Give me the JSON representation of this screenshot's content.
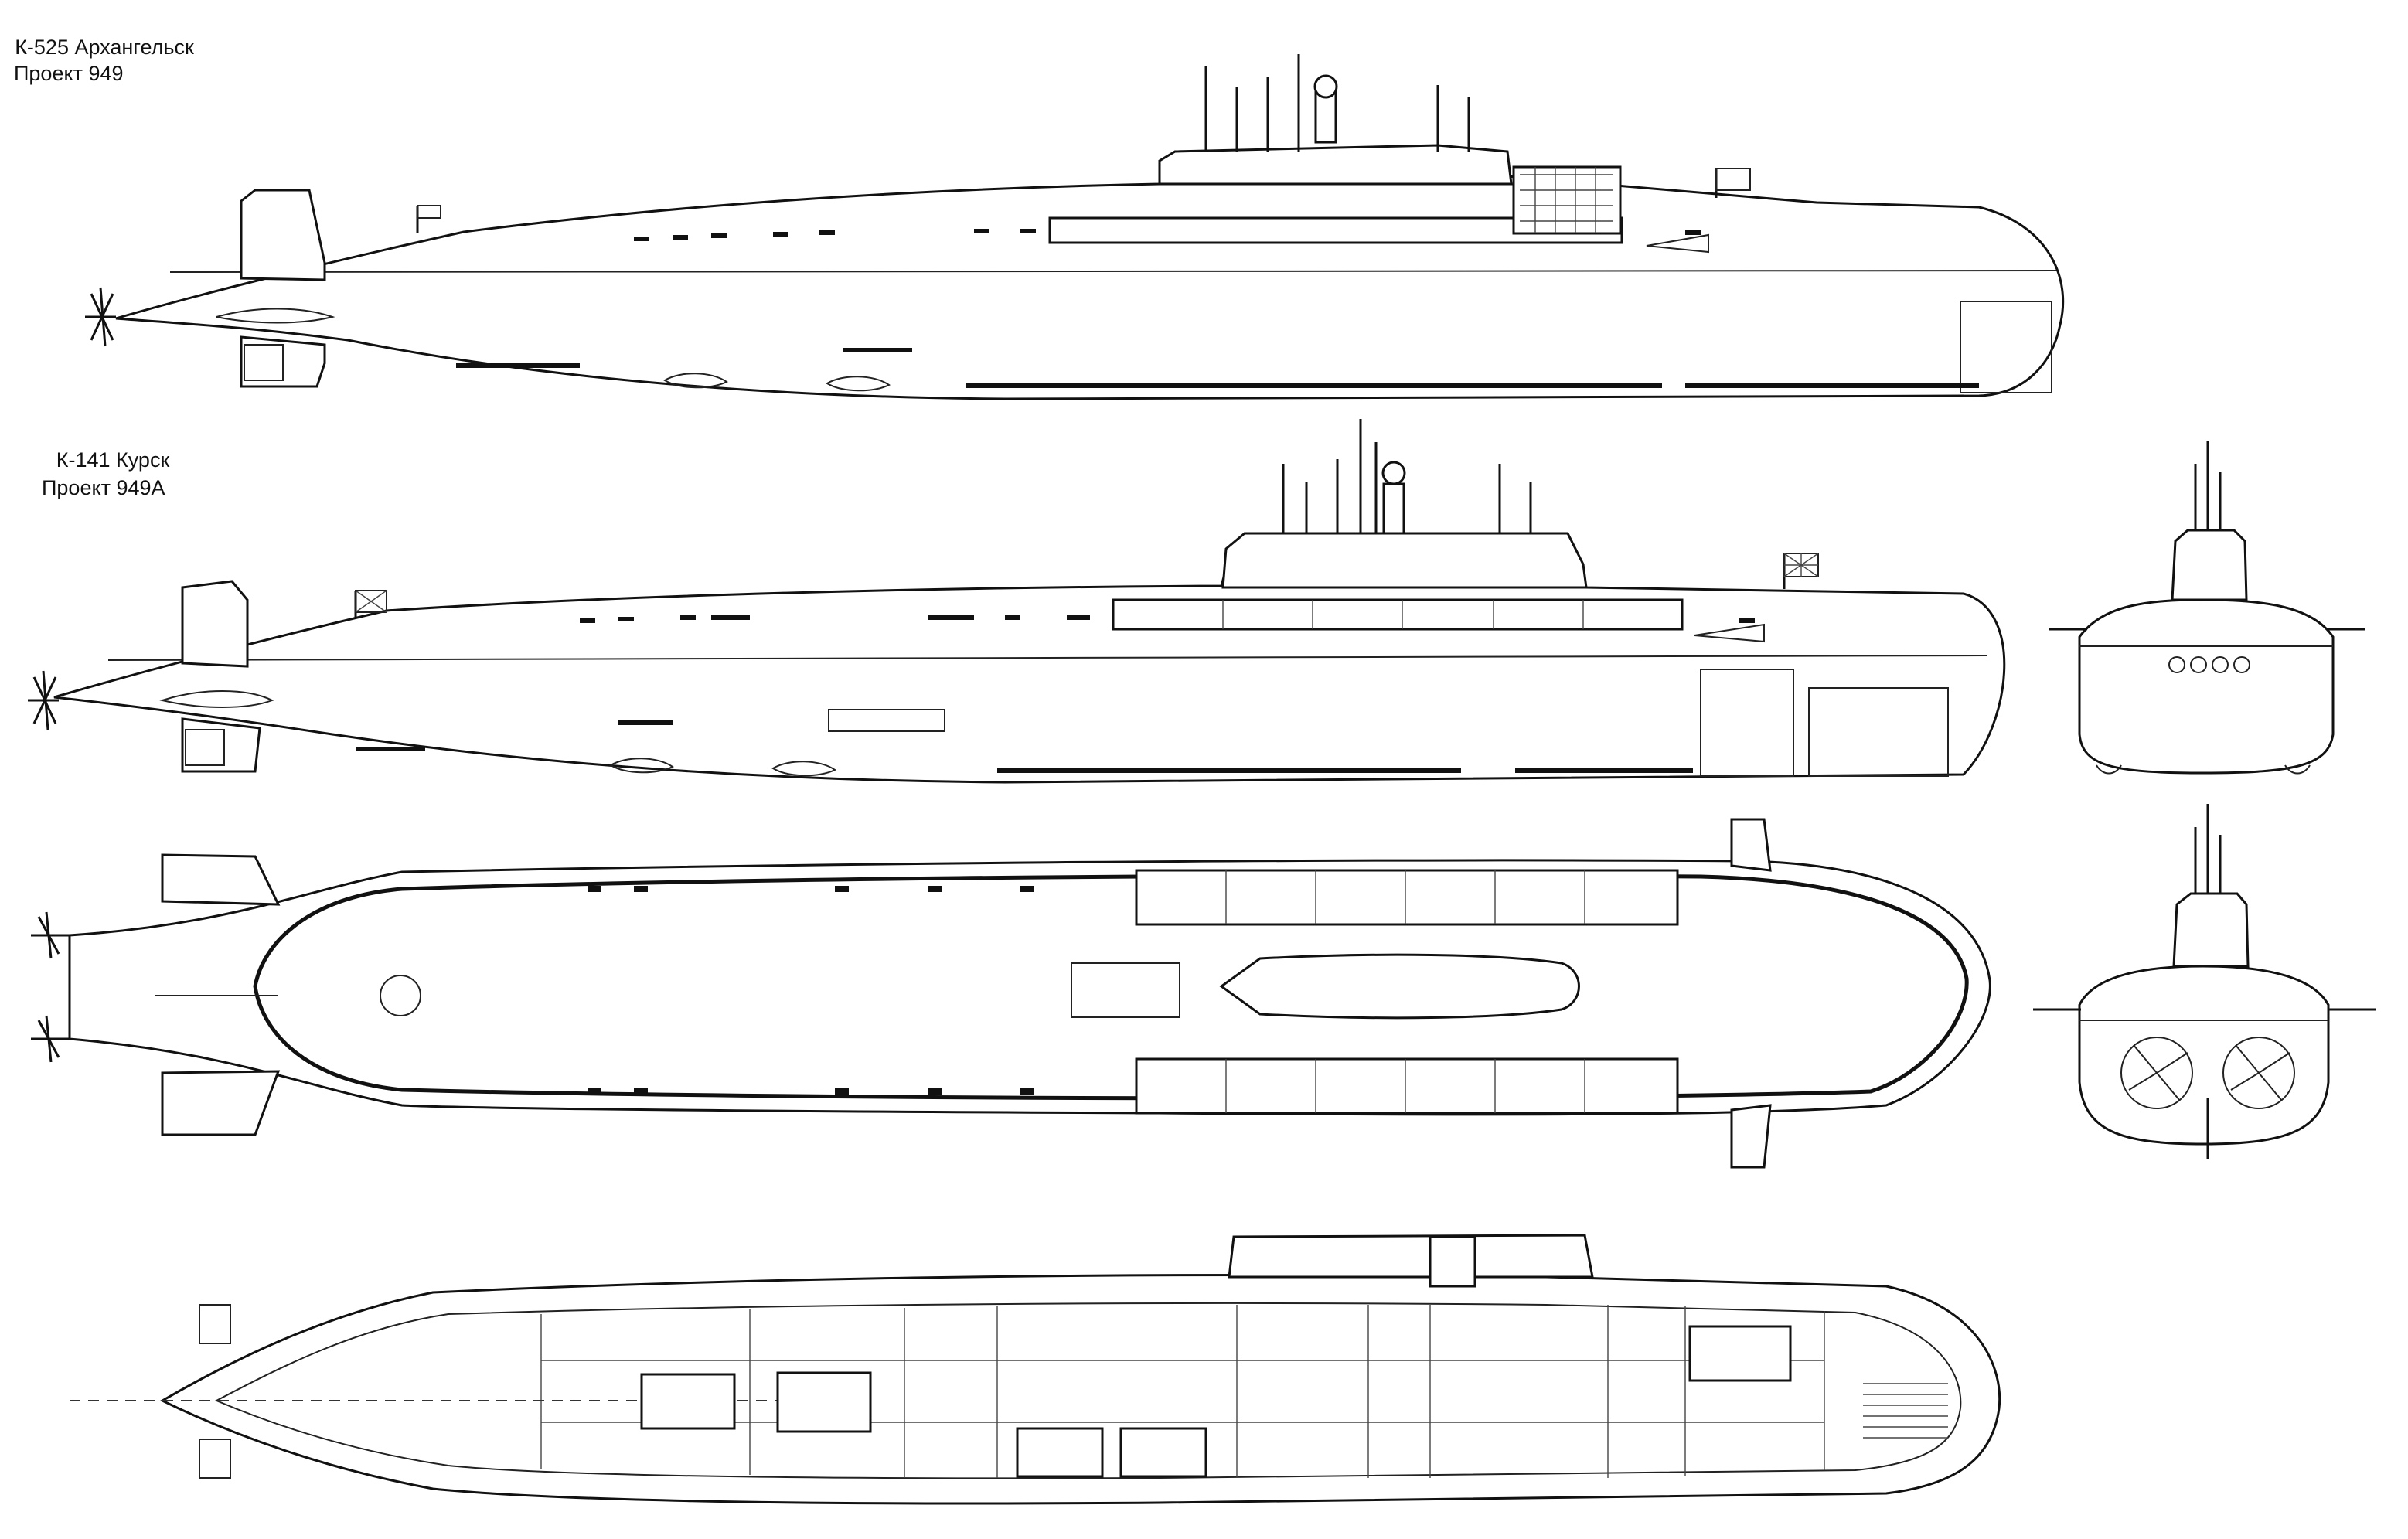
{
  "labels": {
    "sub1_name": "К-525 Архангельск",
    "sub1_project": "Проект 949",
    "sub2_name": "К-141 Курск",
    "sub2_project": "Проект 949А"
  },
  "colors": {
    "ink": "#111111",
    "paper": "#ffffff"
  }
}
